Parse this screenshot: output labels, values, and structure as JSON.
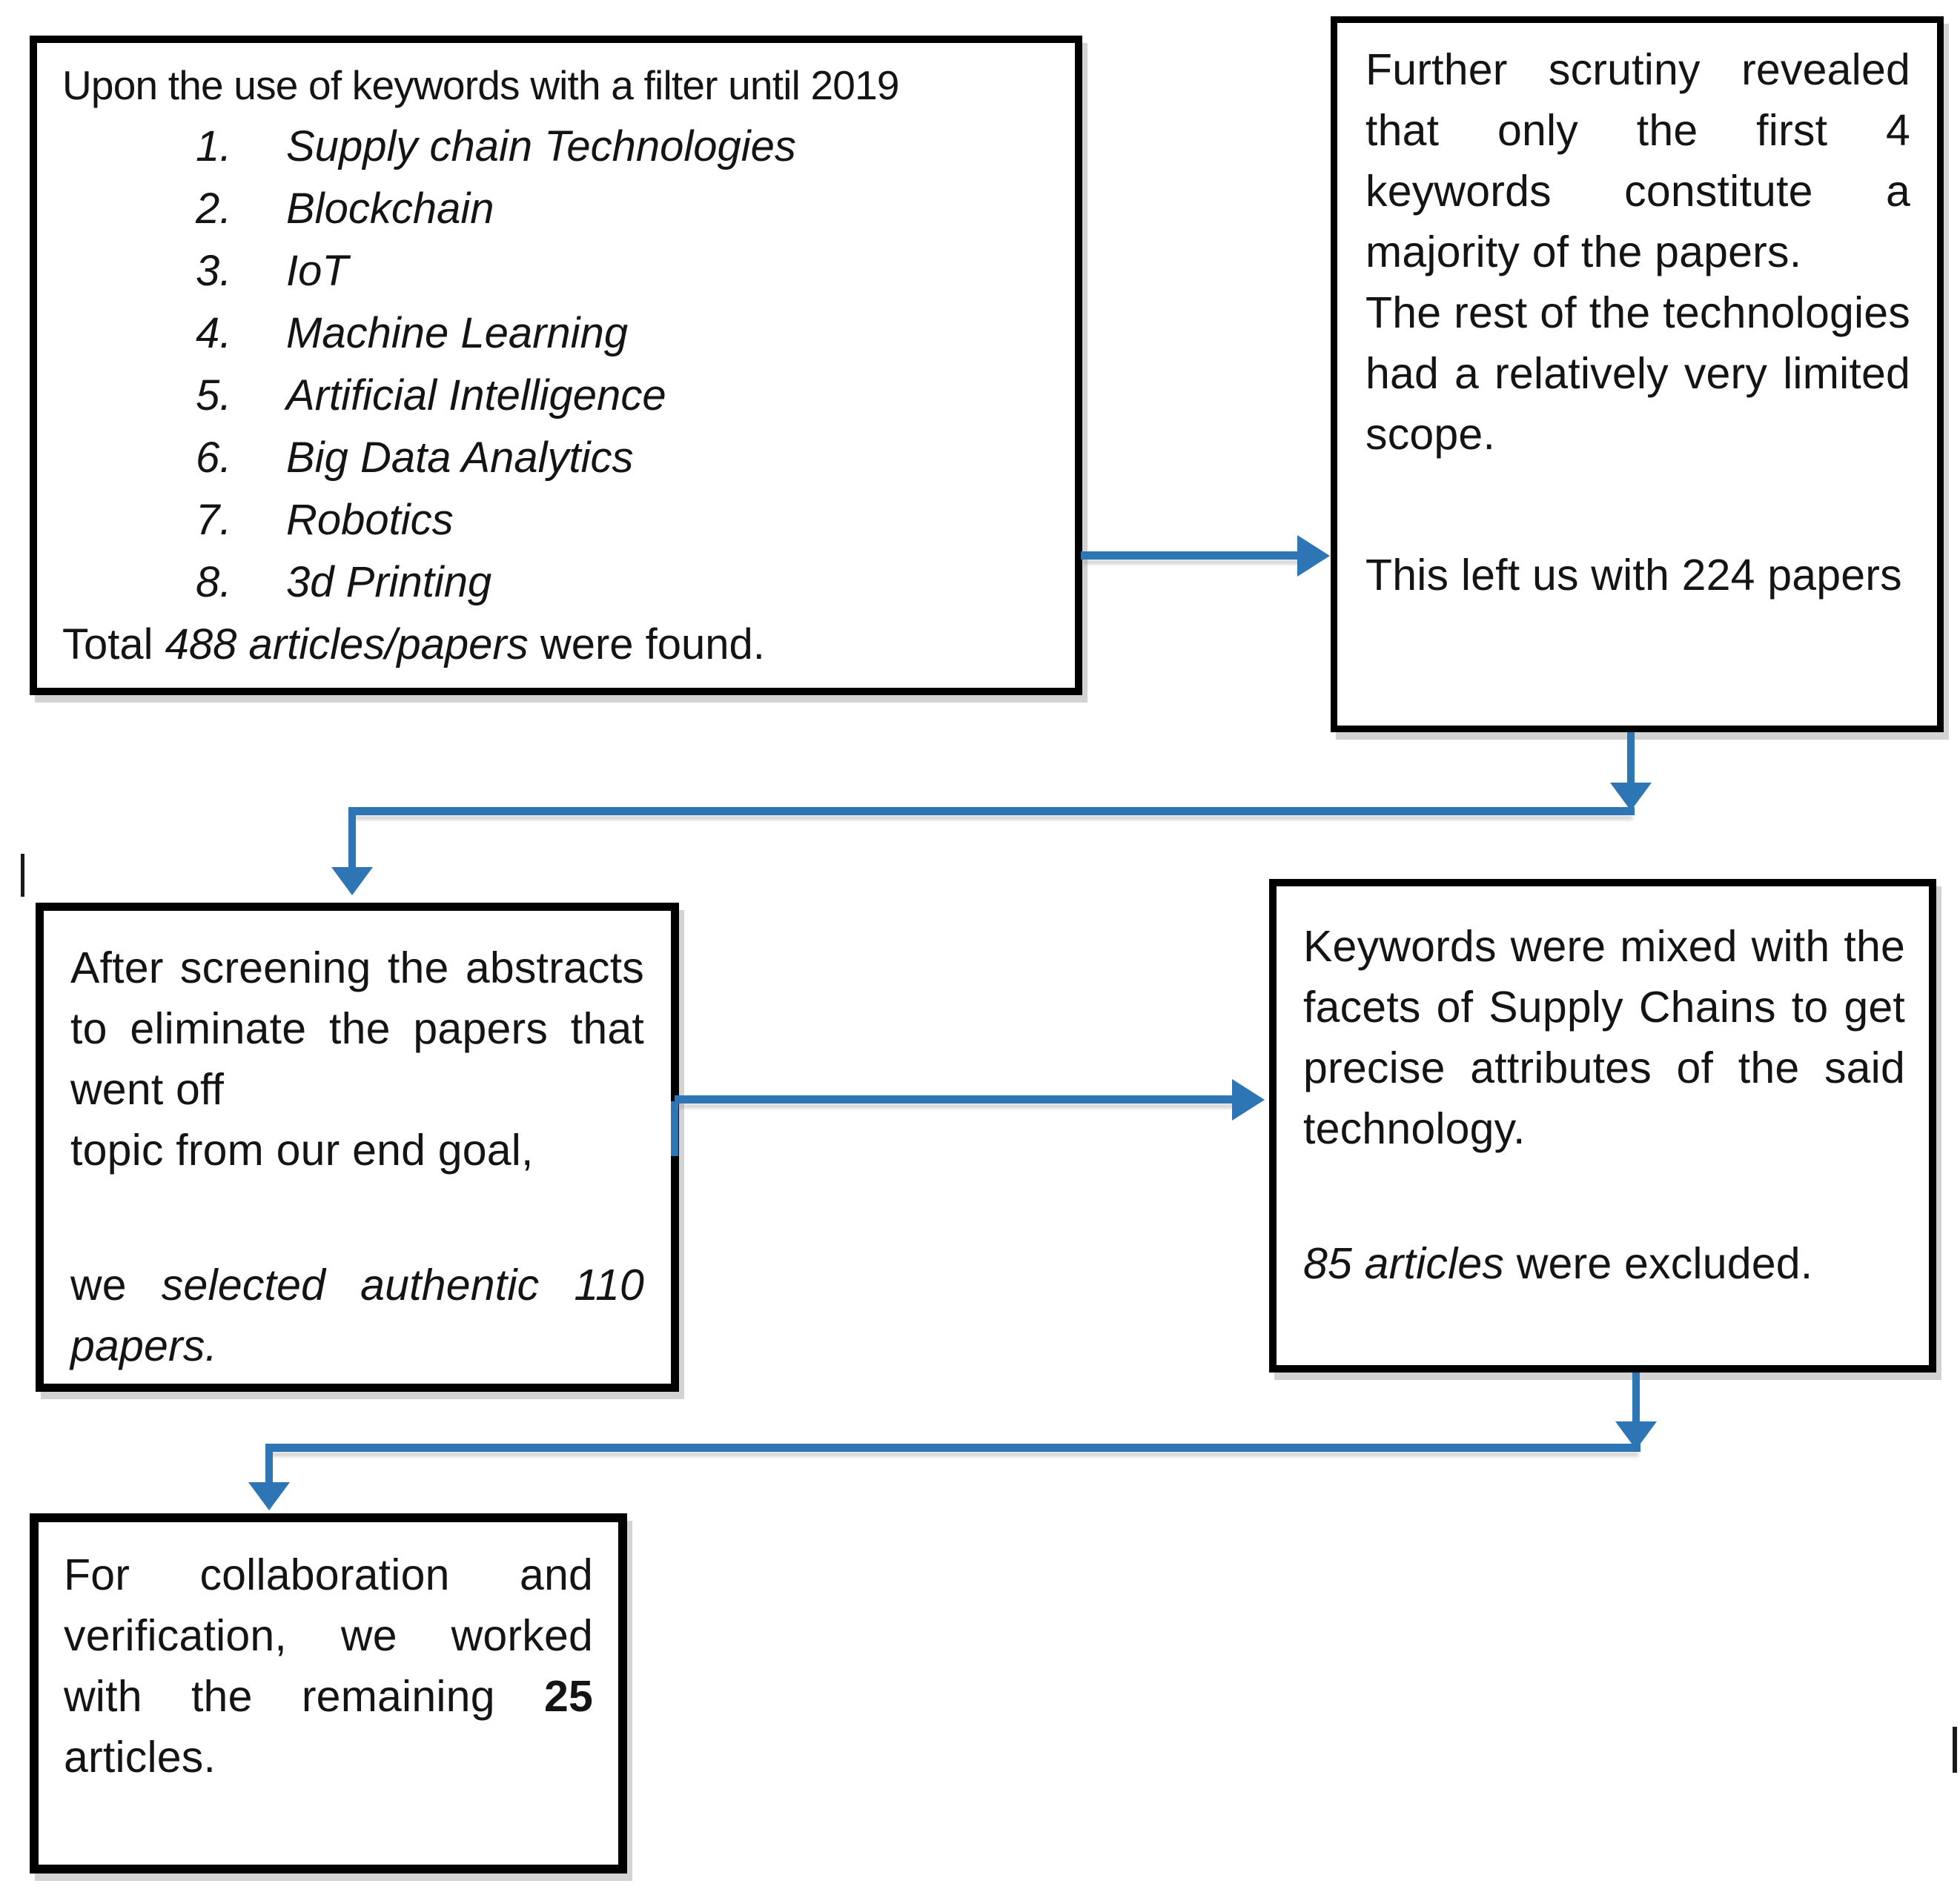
{
  "colors": {
    "arrow": "#2E75B6",
    "border": "#000000",
    "background": "#FFFFFF",
    "text": "#141414"
  },
  "boxes": {
    "keywords": {
      "intro": "Upon the use of keywords with a filter until 2019",
      "list": [
        {
          "num": "1.",
          "label": "Supply chain Technologies"
        },
        {
          "num": "2.",
          "label": "Blockchain"
        },
        {
          "num": "3.",
          "label": "IoT"
        },
        {
          "num": "4.",
          "label": "Machine Learning"
        },
        {
          "num": "5.",
          "label": "Artificial Intelligence"
        },
        {
          "num": "6.",
          "label": "Big Data Analytics"
        },
        {
          "num": "7.",
          "label": "Robotics"
        },
        {
          "num": "8.",
          "label": "3d Printing"
        }
      ],
      "footer": [
        {
          "t": "Total "
        },
        {
          "t": "488 articles/papers",
          "i": true
        },
        {
          "t": " were found."
        }
      ]
    },
    "scrutiny": {
      "para1": [
        {
          "t": "Further scrutiny revealed that only the first 4 keywords constitute a majority of the papers."
        }
      ],
      "para2": [
        {
          "t": "The rest of the technologies had a relatively very limited scope."
        }
      ],
      "para3": [
        {
          "t": "This left us with 224 papers"
        }
      ]
    },
    "screening": {
      "para1": [
        {
          "t": "After screening the abstracts to eliminate the papers that went off"
        },
        {
          "br": true
        },
        {
          "t": "topic from our end goal,"
        }
      ],
      "para2": [
        {
          "t": "we "
        },
        {
          "t": "selected authentic 110 papers.",
          "i": true
        }
      ]
    },
    "facets": {
      "para1": [
        {
          "t": "Keywords were mixed with the facets of Supply Chains to get precise attributes of the said technology."
        }
      ],
      "para2": [
        {
          "t": "85 articles",
          "i": true
        },
        {
          "t": " were excluded."
        }
      ]
    },
    "final": {
      "para1": [
        {
          "t": "For collaboration and verification, we worked with the remaining "
        },
        {
          "t": "25",
          "b": true
        },
        {
          "t": " articles."
        }
      ]
    }
  },
  "edges": [
    {
      "from": "keywords",
      "to": "scrutiny"
    },
    {
      "from": "scrutiny",
      "to": "screening"
    },
    {
      "from": "screening",
      "to": "facets"
    },
    {
      "from": "facets",
      "to": "final"
    }
  ]
}
